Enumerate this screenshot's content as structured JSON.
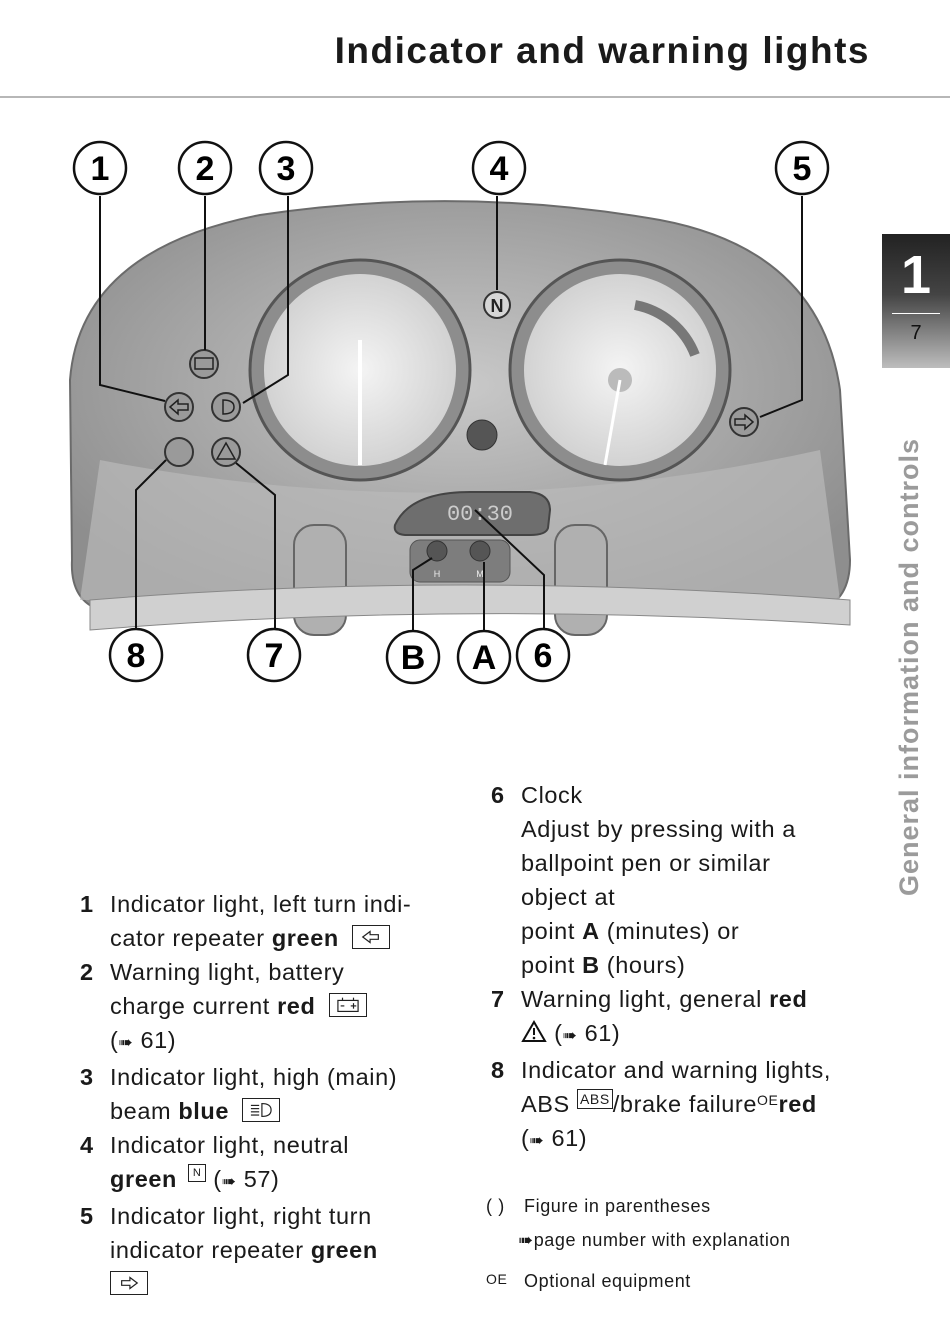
{
  "header": {
    "title": "Indicator and warning lights"
  },
  "chapter": {
    "number": "1",
    "page": "7",
    "side_title": "General information and controls"
  },
  "figure": {
    "callouts_top": [
      "1",
      "2",
      "3",
      "4",
      "5"
    ],
    "callouts_bottom": [
      "8",
      "7",
      "B",
      "A",
      "6"
    ],
    "clock_reading": "00:30",
    "neutral_letter": "N",
    "button_b_letter": "H",
    "button_a_letter": "M"
  },
  "left_list": [
    {
      "num": "1",
      "pre": "Indicator light, left turn indi-",
      "pre2": "cator repeater ",
      "color": "green"
    },
    {
      "num": "2",
      "pre": "Warning light, battery",
      "pre2": "charge current ",
      "color": "red",
      "ref_arrow": "➠",
      "ref_page": "61"
    },
    {
      "num": "3",
      "pre": "Indicator light, high (main)",
      "pre2": "beam ",
      "color": "blue"
    },
    {
      "num": "4",
      "pre": "Indicator light, neutral",
      "color": "green",
      "icon_label": "N",
      "ref_arrow": "➠",
      "ref_page": "57"
    },
    {
      "num": "5",
      "pre": "Indicator light, right turn",
      "pre2": "indicator repeater ",
      "color": "green"
    }
  ],
  "right_list": [
    {
      "num": "6",
      "l1": "Clock",
      "l2": "Adjust by pressing with a",
      "l3": "ballpoint pen or similar",
      "l4": "object at",
      "l5a": "point ",
      "l5b": "A",
      "l5c": " (minutes) or",
      "l6a": "point ",
      "l6b": "B",
      "l6c": " (hours)"
    },
    {
      "num": "7",
      "pre": "Warning light, general ",
      "color": "red",
      "ref_arrow": "➠",
      "ref_page": "61"
    },
    {
      "num": "8",
      "pre": "Indicator and warning lights,",
      "pre2": "ABS ",
      "abs_label": "ABS",
      "post": "/brake failure",
      "sup": "OE",
      "color": "red",
      "ref_arrow": "➠",
      "ref_page": "61"
    }
  ],
  "legend": [
    {
      "symbol": "( )",
      "text": "Figure in parentheses"
    },
    {
      "symbol": "➠",
      "text": "page number with explanation"
    },
    {
      "symbol": "OE",
      "text": "Optional equipment"
    }
  ]
}
